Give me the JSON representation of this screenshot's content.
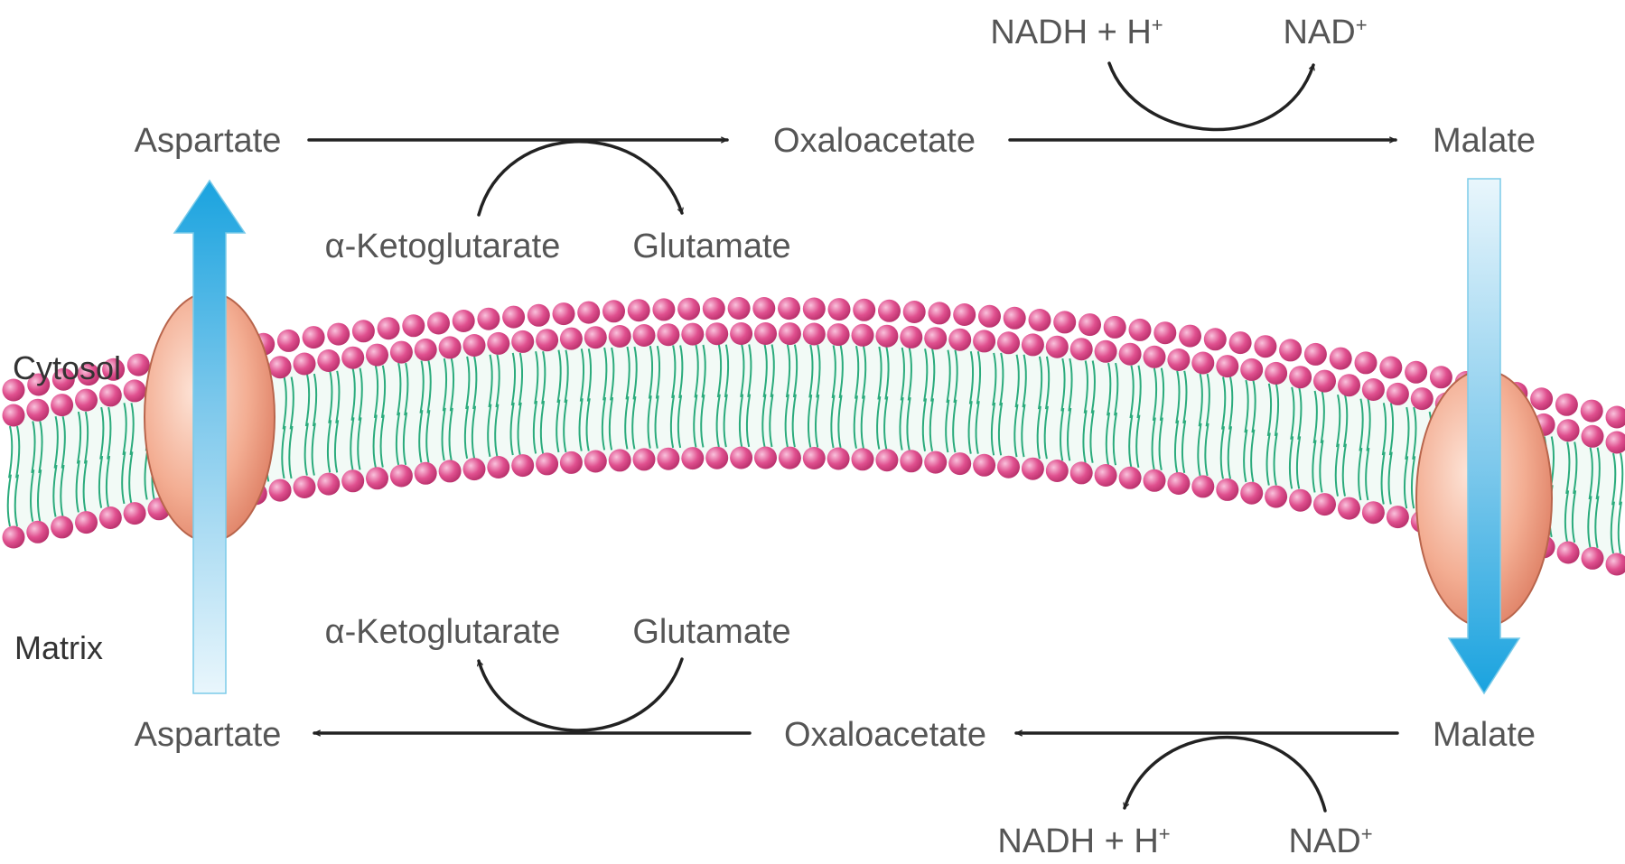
{
  "compartments": {
    "top": "Cytosol",
    "bottom": "Matrix"
  },
  "cytosol": {
    "aspartate": "Aspartate",
    "oxaloacetate": "Oxaloacetate",
    "malate": "Malate",
    "alpha_ketoglutarate": "α-Ketoglutarate",
    "glutamate": "Glutamate",
    "nadh": "NADH + H",
    "nadh_sup": "+",
    "nad": "NAD",
    "nad_sup": "+"
  },
  "matrix": {
    "aspartate": "Aspartate",
    "oxaloacetate": "Oxaloacetate",
    "malate": "Malate",
    "alpha_ketoglutarate": "α-Ketoglutarate",
    "glutamate": "Glutamate",
    "nadh": "NADH + H",
    "nadh_sup": "+",
    "nad": "NAD",
    "nad_sup": "+"
  },
  "colors": {
    "transport_arrow": "#1aa3df",
    "headgroup": "#e0508f",
    "lipid_tail": "#2bab7c",
    "transporter": "#ef9c80",
    "text": "#555555"
  }
}
